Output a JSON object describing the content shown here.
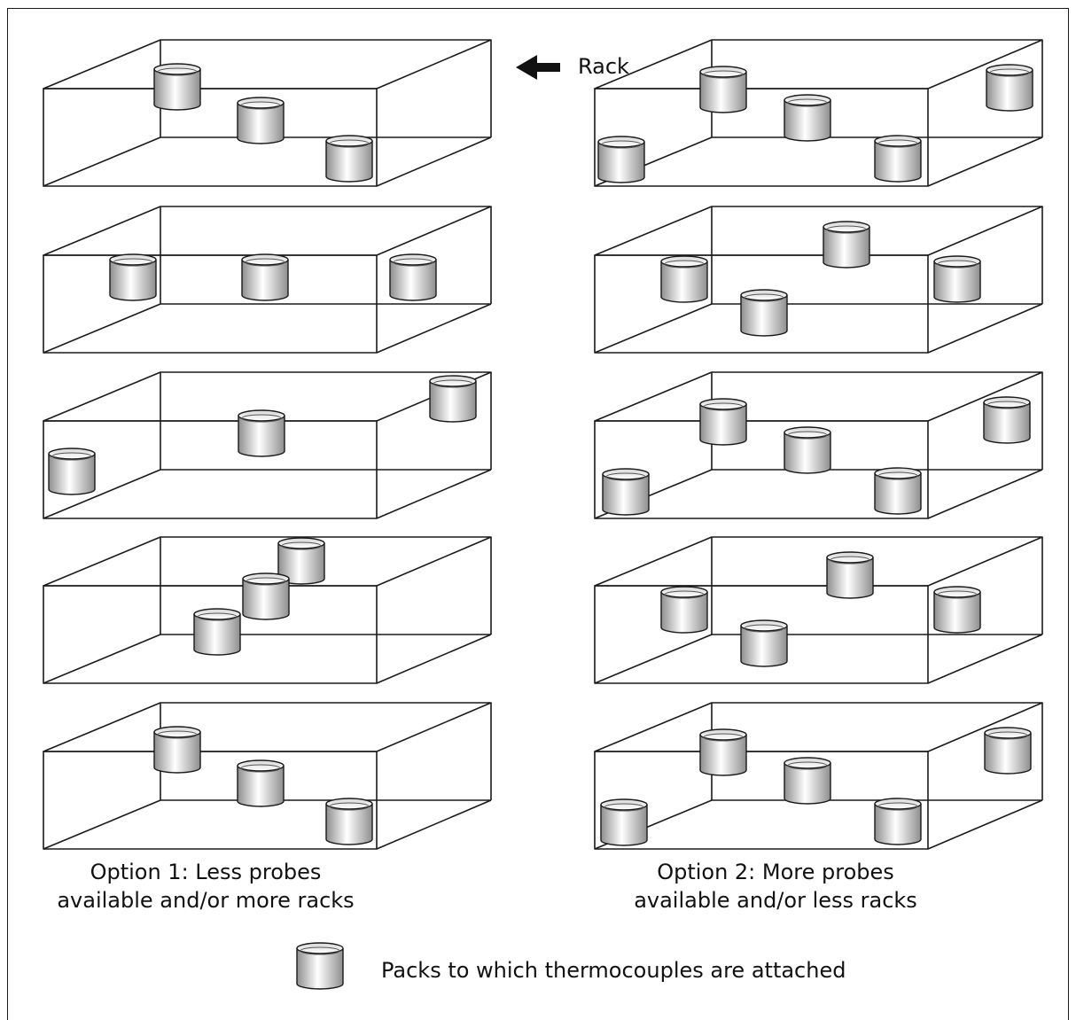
{
  "labels": {
    "rack": "Rack",
    "legend": "Packs to which thermocouples are attached"
  },
  "options": [
    {
      "caption_line1": "Option 1: Less probes",
      "caption_line2": "available and/or more racks"
    },
    {
      "caption_line1": "Option 2: More probes",
      "caption_line2": "available and/or less racks"
    }
  ],
  "colors": {
    "line": "#1a1a1a",
    "pack_edge": "#8c8c8c",
    "pack_highlight": "#ffffff"
  }
}
